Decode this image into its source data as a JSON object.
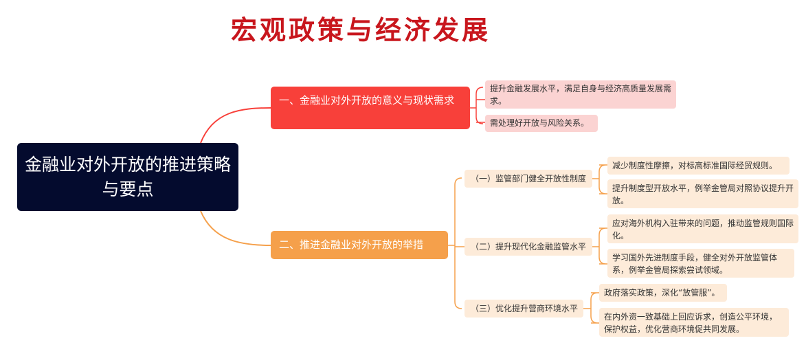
{
  "title": "宏观政策与经济发展",
  "root": {
    "label": "金融业对外开放的推进策略与要点"
  },
  "branches": [
    {
      "label": "一、金融业对外开放的意义与现状需求",
      "color": "#f8403a",
      "leaves": [
        "提升金融发展水平，满足自身与经济高质量发展需求。",
        "需处理好开放与风险关系。"
      ]
    },
    {
      "label": "二、推进金融业对外开放的举措",
      "color": "#f5a04b",
      "subs": [
        {
          "label": "（一）监管部门健全开放性制度",
          "leaves": [
            "减少制度性摩擦，对标高标准国际经贸规则。",
            "提升制度型开放水平，例举金管局对照协议提升开放。"
          ]
        },
        {
          "label": "（二）提升现代化金融监管水平",
          "leaves": [
            "应对海外机构入驻带来的问题，推动监管规则国际化。",
            "学习国外先进制度手段，健全对外开放监管体系，例举金管局探索尝试领域。"
          ]
        },
        {
          "label": "（三）优化提升营商环境水平",
          "leaves": [
            "政府落实政策，深化“放管服”。",
            "在内外资一致基础上回应诉求，创造公平环境，保护权益，优化营商环境促共同发展。"
          ]
        }
      ]
    }
  ]
}
